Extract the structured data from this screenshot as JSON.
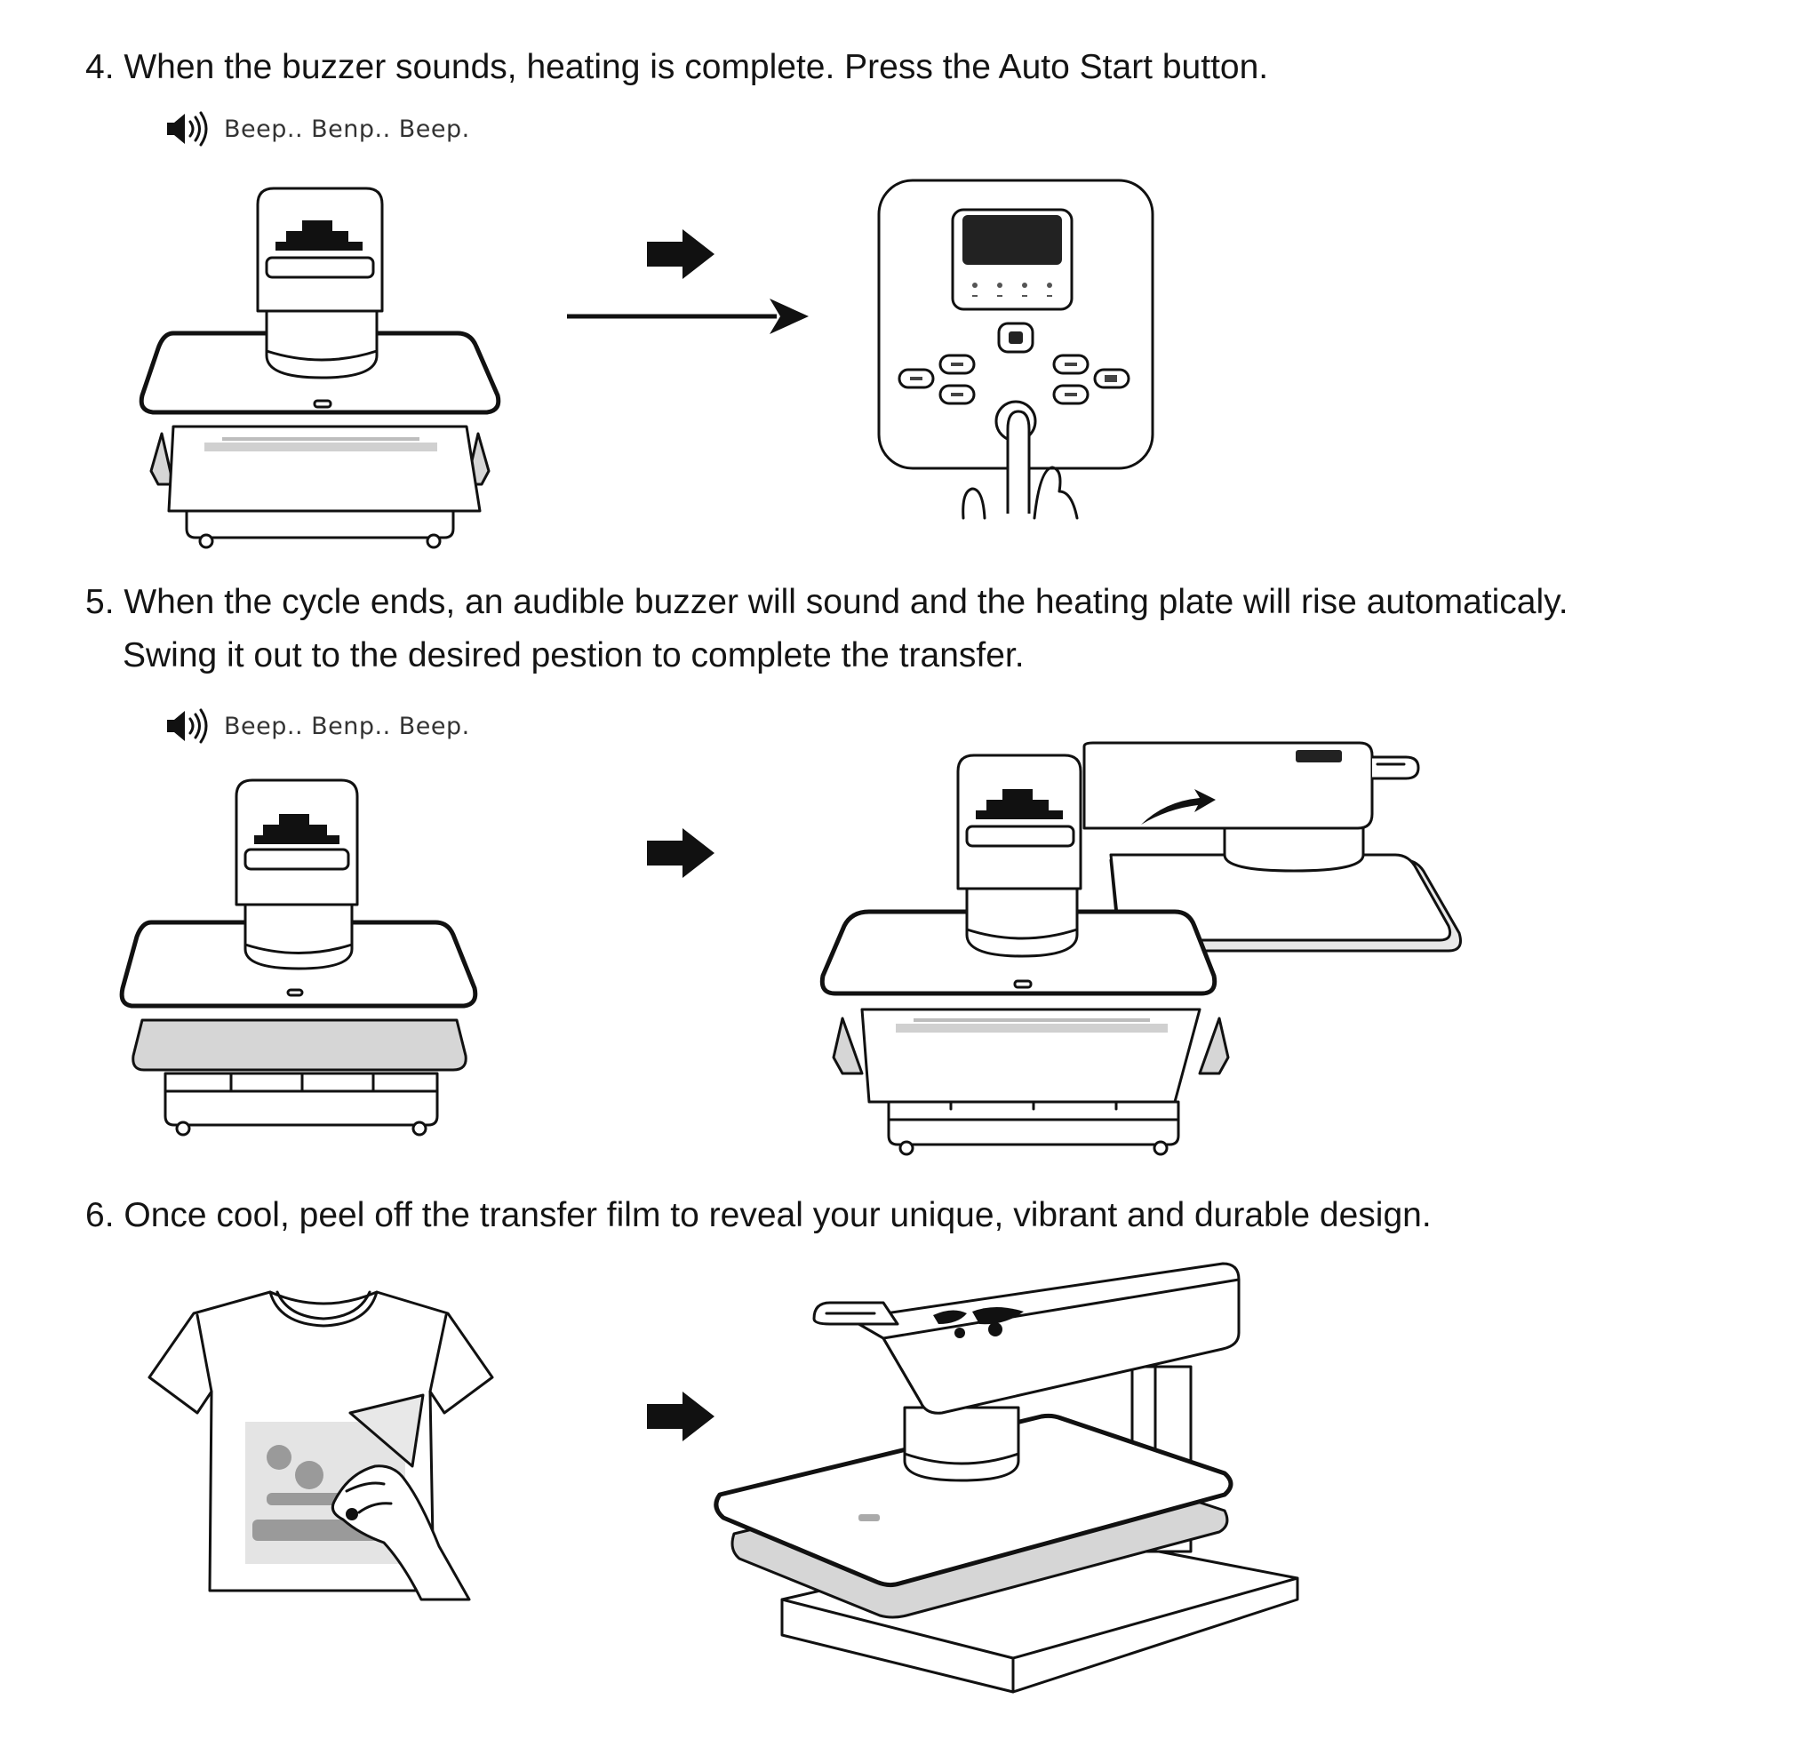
{
  "steps": [
    {
      "number": "4.",
      "text": "When the buzzer sounds, heating is complete. Press the Auto Start button.",
      "sound": "Beep.. Benp.. Beep."
    },
    {
      "number": "5.",
      "text_line1": "When the cycle ends, an audible buzzer will sound and the heating plate will rise automaticaly.",
      "text_line2": "Swing it out to the desired pestion to complete the transfer.",
      "sound": "Beep.. Benp.. Beep."
    },
    {
      "number": "6.",
      "text": "Once cool, peel off the transfer film to reveal your unique, vibrant and durable design."
    }
  ],
  "icons": {
    "speaker": "speaker-sound-icon",
    "arrow": "right-arrow-icon"
  }
}
